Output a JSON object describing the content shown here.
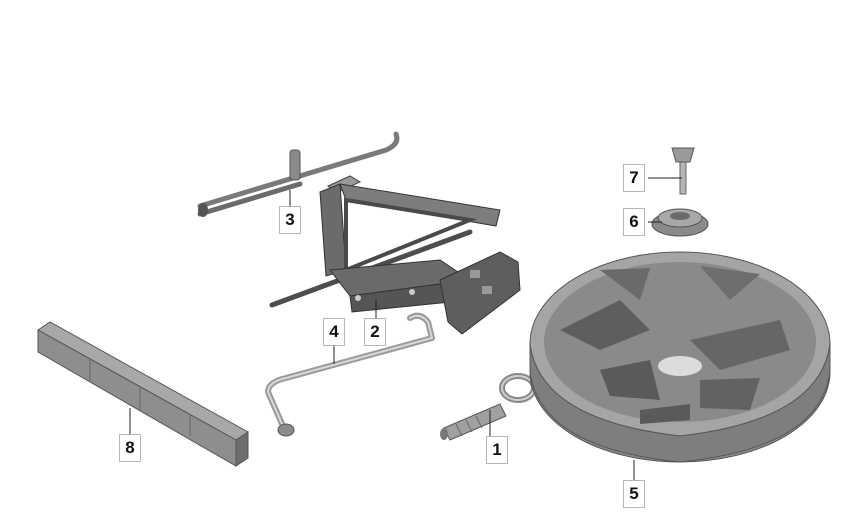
{
  "parts": [
    {
      "id": "part-1",
      "label": "1",
      "name": "towing-eye"
    },
    {
      "id": "part-2",
      "label": "2",
      "name": "scissor-jack"
    },
    {
      "id": "part-3",
      "label": "3",
      "name": "jack-crank-handle"
    },
    {
      "id": "part-4",
      "label": "4",
      "name": "wheel-wrench"
    },
    {
      "id": "part-5",
      "label": "5",
      "name": "tool-tray-insert"
    },
    {
      "id": "part-6",
      "label": "6",
      "name": "retaining-cap"
    },
    {
      "id": "part-7",
      "label": "7",
      "name": "wing-bolt"
    },
    {
      "id": "part-8",
      "label": "8",
      "name": "foam-block"
    }
  ]
}
